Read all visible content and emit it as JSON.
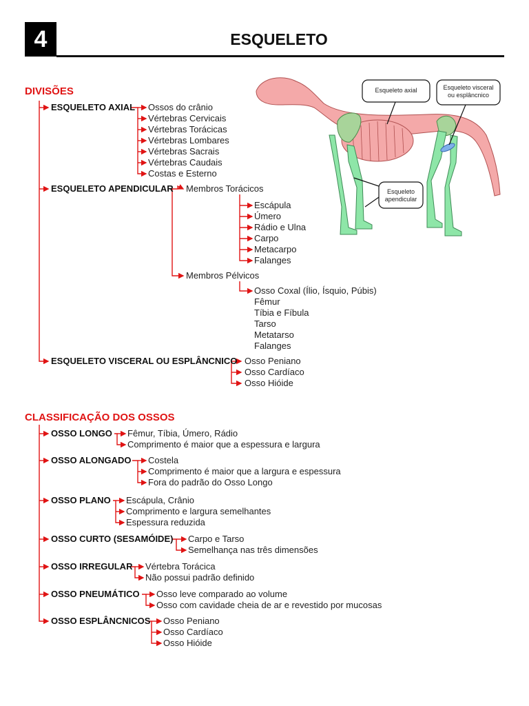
{
  "header": {
    "number": "4",
    "title": "ESQUELETO"
  },
  "divisoes": {
    "title": "DIVISÕES",
    "axial": {
      "label": "ESQUELETO AXIAL",
      "items": [
        "Ossos do crânio",
        "Vértebras Cervicais",
        "Vértebras Torácicas",
        "Vértebras Lombares",
        "Vértebras Sacrais",
        "Vértebras Caudais",
        "Costas e Esterno"
      ]
    },
    "apendicular": {
      "label": "ESQUELETO APENDICULAR",
      "toracicos": {
        "label": "Membros Torácicos",
        "items": [
          "Escápula",
          "Úmero",
          "Rádio e Ulna",
          "Carpo",
          "Metacarpo",
          "Falanges"
        ]
      },
      "pelvicos": {
        "label": "Membros Pélvicos",
        "items": [
          "Osso Coxal (Ílio, Ísquio, Púbis)",
          "Fêmur",
          "Tíbia e Fíbula",
          "Tarso",
          "Metatarso",
          "Falanges"
        ]
      }
    },
    "visceral": {
      "label": "ESQUELETO VISCERAL OU ESPLÂNCNICO",
      "items": [
        "Osso Peniano",
        "Osso Cardíaco",
        "Osso Hióide"
      ]
    }
  },
  "figure": {
    "label_axial": "Esqueleto axial",
    "label_visceral_1": "Esqueleto visceral",
    "label_visceral_2": "ou esplâncnico",
    "label_apendicular_1": "Esqueleto",
    "label_apendicular_2": "apendicular"
  },
  "classificacao": {
    "title": "CLASSIFICAÇÃO DOS OSSOS",
    "groups": [
      {
        "label": "OSSO LONGO",
        "items": [
          "Fêmur, Tíbia, Úmero, Rádio",
          "Comprimento é maior que a espessura e largura"
        ]
      },
      {
        "label": "OSSO ALONGADO",
        "items": [
          "Costela",
          "Comprimento é maior que a largura e espessura",
          "Fora do padrão do Osso Longo"
        ]
      },
      {
        "label": "OSSO PLANO",
        "items": [
          "Escápula, Crânio",
          "Comprimento e largura semelhantes",
          "Espessura reduzida"
        ]
      },
      {
        "label": "OSSO CURTO (SESAMÓIDE)",
        "items": [
          "Carpo e Tarso",
          "Semelhança nas três dimensões"
        ]
      },
      {
        "label": "OSSO IRREGULAR",
        "items": [
          "Vértebra Torácica",
          "Não possui padrão definido"
        ]
      },
      {
        "label": "OSSO PNEUMÁTICO",
        "items": [
          "Osso leve comparado ao volume",
          "Osso com cavidade cheia de ar e revestido por mucosas"
        ]
      },
      {
        "label": "OSSO ESPLÂNCNICOS",
        "items": [
          "Osso Peniano",
          "Osso Cardíaco",
          "Osso Hióide"
        ]
      }
    ]
  },
  "colors": {
    "accent": "#e01414",
    "axial": "#f2a6a6",
    "appendicular": "#8ee6a8",
    "visceral": "#a8c9a0"
  }
}
